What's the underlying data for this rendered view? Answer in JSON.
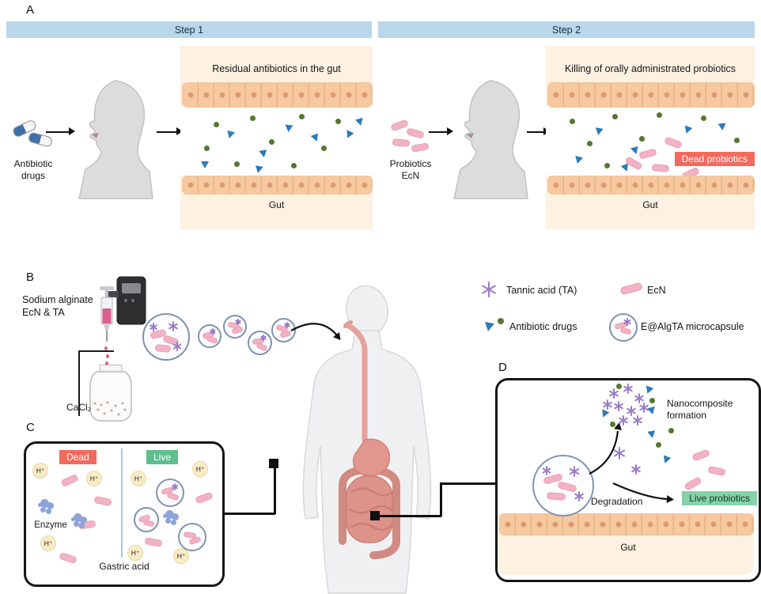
{
  "panel_a": {
    "label": "A",
    "step1": {
      "header": "Step 1",
      "source_label": "Antibiotic\ndrugs",
      "gut_title": "Residual antibiotics in the gut",
      "gut_label": "Gut"
    },
    "step2": {
      "header": "Step 2",
      "source_label": "Probiotics\nEcN",
      "gut_title": "Killing of orally administrated probiotics",
      "dead_badge": "Dead probiotics",
      "gut_label": "Gut"
    }
  },
  "panel_b": {
    "label": "B",
    "materials_label": "Sodium alginate\nEcN & TA",
    "cacl2_label": "CaCl₂"
  },
  "legend": {
    "items": [
      {
        "icon": "ta-star-icon",
        "label": "Tannic acid (TA)"
      },
      {
        "icon": "ecn-rod-icon",
        "label": "EcN"
      },
      {
        "icon": "antibiotic-drugs-icon",
        "label": "Antibiotic drugs"
      },
      {
        "icon": "microcapsule-icon",
        "label": "E@AlgTA microcapsule"
      }
    ]
  },
  "panel_c": {
    "label": "C",
    "dead_badge": "Dead",
    "live_badge": "Live",
    "h_plus": "H⁺",
    "enzyme_label": "Enzyme",
    "caption": "Gastric acid"
  },
  "panel_d": {
    "label": "D",
    "degradation_label": "Degradation",
    "nanocomposite_label": "Nanocomposite\nformation",
    "live_badge": "Live probiotics",
    "gut_label": "Gut"
  },
  "colors": {
    "step_header": "#b9d6ea",
    "gut_bg": "#fdf1e2",
    "dead_red": "#f26a5e",
    "live_green": "#5fbe8d",
    "live_green_light": "#85d2a9",
    "antibiotic_blue": "#2d7ab8",
    "antibiotic_green": "#55782e",
    "ecn_pink": "#f3b2c3",
    "tannic_purple": "#9a7cc9",
    "enzyme_blue": "#8ea3da"
  }
}
